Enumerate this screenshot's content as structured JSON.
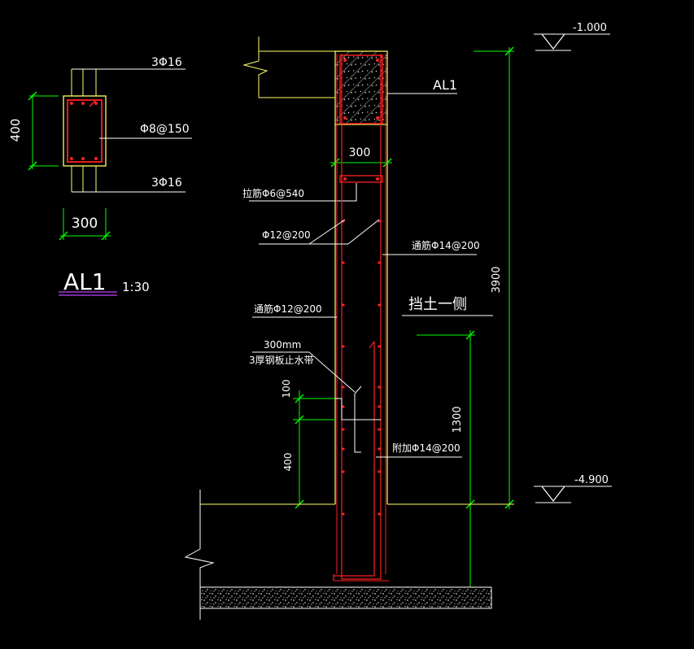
{
  "colors": {
    "background": "#000000",
    "structure": "#ffff66",
    "rebar": "#ff2020",
    "dimension": "#00ff00",
    "text": "#ffffff",
    "title_underline": "#c040ff"
  },
  "section": {
    "top_bars": "3Φ16",
    "stirrup": "Φ8@150",
    "bottom_bars": "3Φ16",
    "height_dim": "400",
    "width_dim": "300",
    "title": "AL1",
    "scale": "1:30"
  },
  "elevation": {
    "beam_tag": "AL1",
    "wall_thickness": "300",
    "tie_bar": "拉筋Φ6@540",
    "horiz_bar": "Φ12@200",
    "vert_bar_right": "通筋Φ14@200",
    "vert_bar_left": "通筋Φ12@200",
    "waterstop_len": "300mm",
    "waterstop_desc": "3厚钢板止水带",
    "dim_100": "100",
    "dim_400": "400",
    "extra_bar": "附加Φ14@200",
    "soil_side": "挡土一侧",
    "dim_1300": "1300",
    "dim_3900": "3900",
    "level_top": "-1.000",
    "level_bottom": "-4.900"
  }
}
